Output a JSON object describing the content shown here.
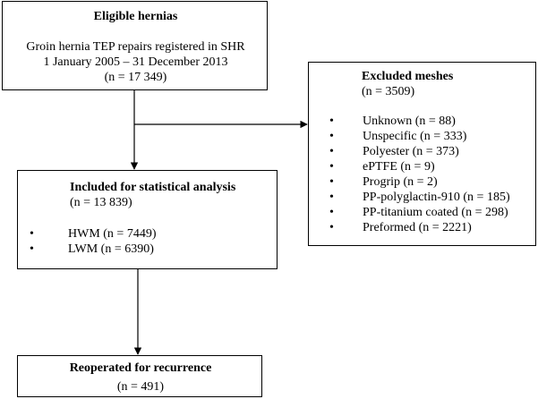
{
  "eligible": {
    "title": "Eligible hernias",
    "line1": "Groin hernia TEP repairs registered in SHR",
    "line2": "1 January 2005 – 31 December 2013",
    "count": "(n = 17 349)"
  },
  "excluded": {
    "title": "Excluded meshes",
    "count": "(n = 3509)",
    "items": [
      "Unknown (n = 88)",
      "Unspecific (n = 333)",
      "Polyester (n = 373)",
      "ePTFE (n = 9)",
      "Progrip (n = 2)",
      "PP-polyglactin-910 (n = 185)",
      "PP-titanium coated (n = 298)",
      "Preformed (n = 2221)"
    ]
  },
  "included": {
    "title": "Included for statistical analysis",
    "count": "(n = 13 839)",
    "items": [
      "HWM (n = 7449)",
      "LWM (n = 6390)"
    ]
  },
  "reoperated": {
    "title": "Reoperated for recurrence",
    "count": "(n = 491)"
  },
  "bullet_glyph": "•"
}
